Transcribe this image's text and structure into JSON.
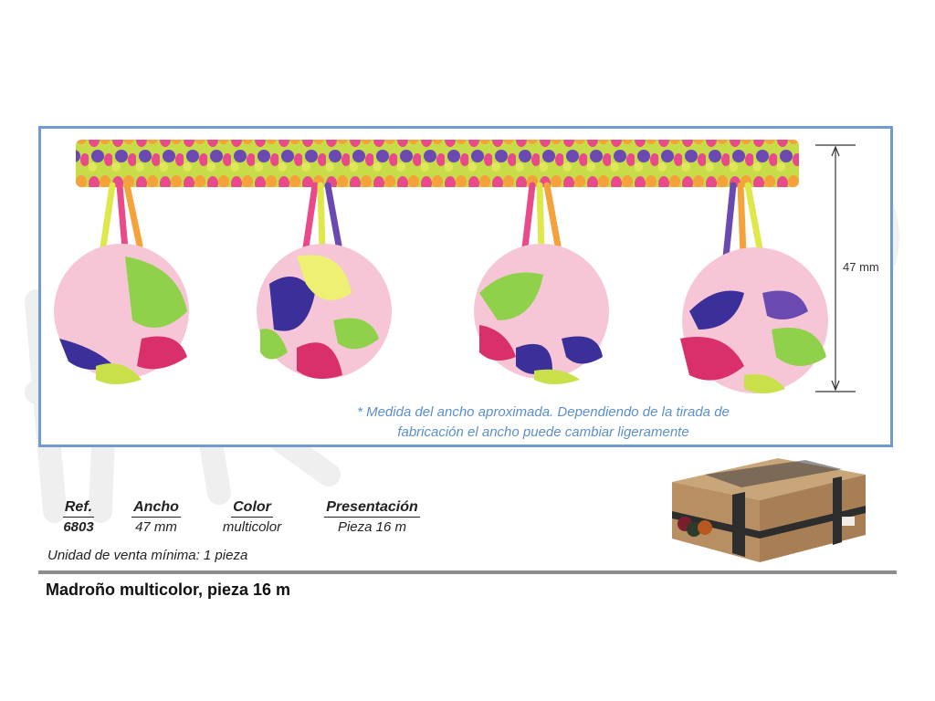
{
  "note_line1": "* Medida del ancho aproximada. Dependiendo de la tirada de",
  "note_line2": "fabricación el ancho puede cambiar ligeramente",
  "dimension_label": "47 mm",
  "specs": {
    "ref_label": "Ref.",
    "ref_value": "6803",
    "ancho_label": "Ancho",
    "ancho_value": "47 mm",
    "color_label": "Color",
    "color_value": "multicolor",
    "presentacion_label": "Presentación",
    "presentacion_value": "Pieza 16 m"
  },
  "min_sale": "Unidad de venta mínima: 1 pieza",
  "product_title": "Madroño multicolor, pieza 16 m",
  "colors": {
    "frame_border": "#6f9bd0",
    "note_text": "#5b8fca",
    "divider": "#8c8c8c"
  }
}
